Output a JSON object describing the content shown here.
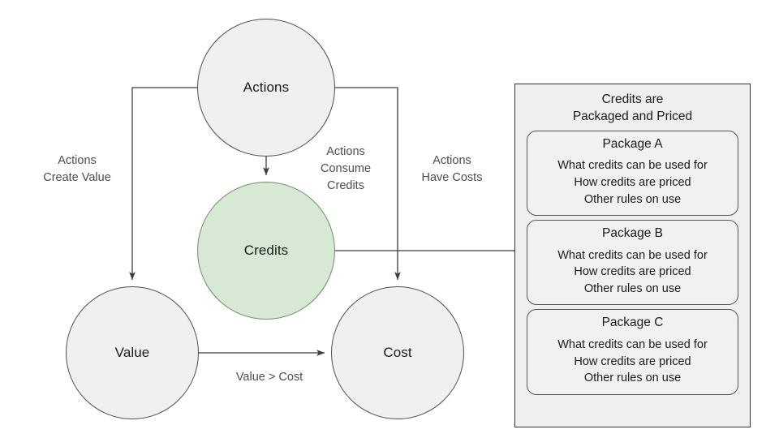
{
  "diagram": {
    "nodes": {
      "actions": {
        "label": "Actions",
        "fill": "#f0f0f0",
        "stroke": "#4d4d4d"
      },
      "credits": {
        "label": "Credits",
        "fill": "#d7e8d4",
        "stroke": "#6f8f68"
      },
      "value": {
        "label": "Value",
        "fill": "#f0f0f0",
        "stroke": "#4d4d4d"
      },
      "cost": {
        "label": "Cost",
        "fill": "#f0f0f0",
        "stroke": "#4d4d4d"
      }
    },
    "edge_labels": {
      "actions_create_value": "Actions\nCreate Value",
      "actions_consume_credits": "Actions\nConsume\nCredits",
      "actions_have_costs": "Actions\nHave Costs",
      "value_greater_than_cost": "Value > Cost"
    },
    "edge_color": "#3d3d3d"
  },
  "panel": {
    "title": "Credits are\nPackaged and Priced",
    "background": "#efefef",
    "border_color": "#333333",
    "packages": [
      {
        "title": "Package A",
        "body": "What credits can be used for\nHow credits are priced\nOther rules on use"
      },
      {
        "title": "Package B",
        "body": "What credits can be used for\nHow credits are priced\nOther rules on use"
      },
      {
        "title": "Package C",
        "body": "What credits can be used for\nHow credits are priced\nOther rules on use"
      }
    ]
  }
}
